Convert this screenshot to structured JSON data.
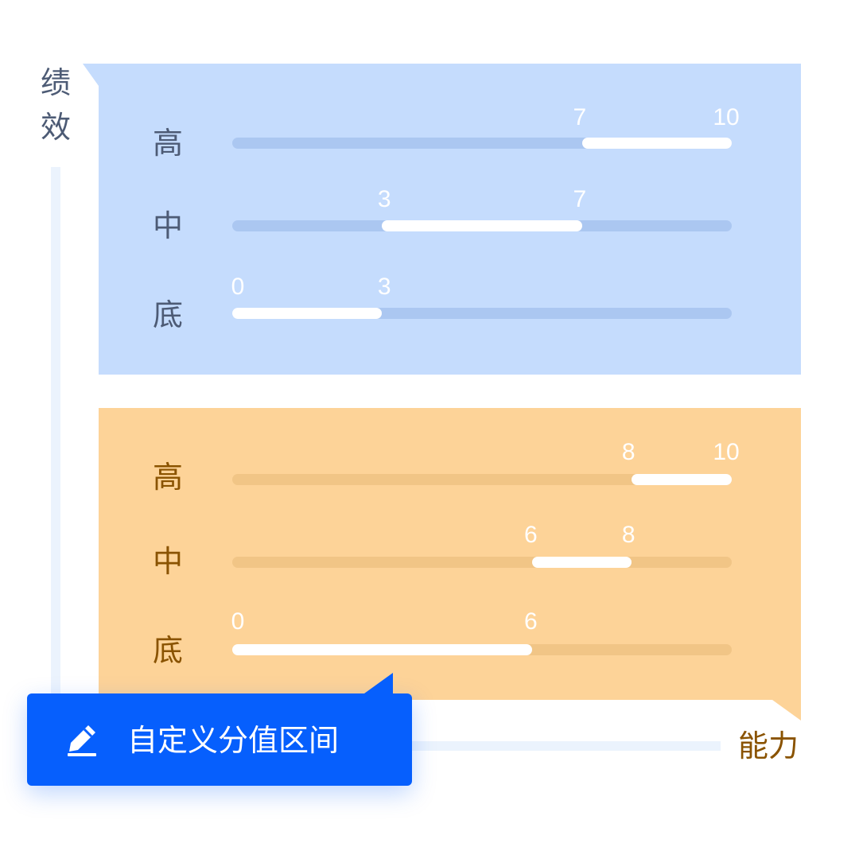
{
  "y_axis_label": [
    "绩",
    "效"
  ],
  "x_axis_label": "能力",
  "panels": [
    {
      "id": "performance",
      "rows": [
        {
          "label": "高",
          "low": 7,
          "high": 10
        },
        {
          "label": "中",
          "low": 3,
          "high": 7
        },
        {
          "label": "底",
          "low": 0,
          "high": 3
        }
      ]
    },
    {
      "id": "ability",
      "rows": [
        {
          "label": "高",
          "low": 8,
          "high": 10
        },
        {
          "label": "中",
          "low": 6,
          "high": 8
        },
        {
          "label": "底",
          "low": 0,
          "high": 6
        }
      ]
    }
  ],
  "scale_max": 10,
  "button": {
    "label": "自定义分值区间",
    "icon": "pencil-icon"
  },
  "colors": {
    "blue_panel": "#c5dcfd",
    "orange_panel": "#fdd398",
    "button": "#065ffd"
  }
}
